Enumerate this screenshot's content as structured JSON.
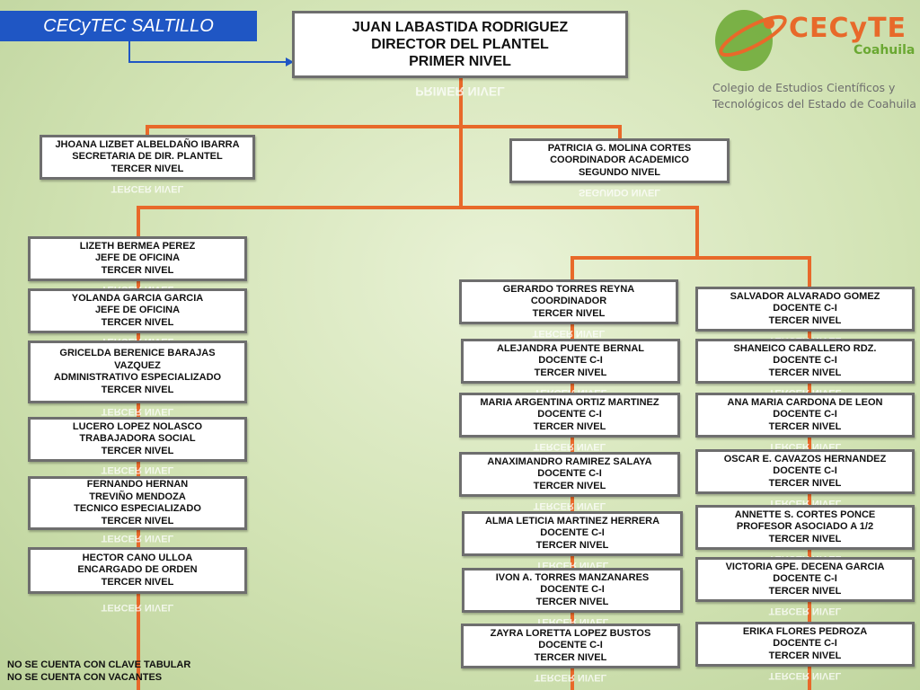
{
  "header": {
    "campus": "CECyTEC SALTILLO"
  },
  "logo": {
    "brand": "CECyTE",
    "state": "Coahuila",
    "full_name_line1": "Colegio de Estudios Científicos y",
    "full_name_line2": "Tecnológicos del Estado de Coahuila"
  },
  "director": {
    "name": "JUAN LABASTIDA RODRIGUEZ",
    "role": "DIRECTOR DEL PLANTEL",
    "level": "PRIMER NIVEL"
  },
  "secretary": {
    "name": "JHOANA LIZBET ALBELDAÑO IBARRA",
    "role": "SECRETARIA DE DIR. PLANTEL",
    "level": "TERCER NIVEL"
  },
  "coordinator": {
    "name": "PATRICIA G. MOLINA CORTES",
    "role": "COORDINADOR ACADEMICO",
    "level": "SEGUNDO NIVEL"
  },
  "admin_staff": [
    {
      "name": "LIZETH BERMEA PEREZ",
      "role": "JEFE DE OFICINA",
      "level": "TERCER NIVEL"
    },
    {
      "name": "YOLANDA GARCIA GARCIA",
      "role": "JEFE DE OFICINA",
      "level": "TERCER NIVEL"
    },
    {
      "name": "GRICELDA BERENICE BARAJAS VAZQUEZ",
      "role": "ADMINISTRATIVO ESPECIALIZADO",
      "level": "TERCER NIVEL"
    },
    {
      "name": "LUCERO LOPEZ NOLASCO",
      "role": "TRABAJADORA SOCIAL",
      "level": "TERCER NIVEL"
    },
    {
      "name": "FERNANDO HERNAN TREVIÑO MENDOZA",
      "role": "TECNICO ESPECIALIZADO",
      "level": "TERCER NIVEL"
    },
    {
      "name": "HECTOR CANO ULLOA",
      "role": "ENCARGADO DE ORDEN",
      "level": "TERCER NIVEL"
    }
  ],
  "teachers_left": [
    {
      "name": "GERARDO TORRES REYNA",
      "role": "COORDINADOR",
      "level": "TERCER NIVEL"
    },
    {
      "name": "ALEJANDRA PUENTE BERNAL",
      "role": "DOCENTE C-I",
      "level": "TERCER NIVEL"
    },
    {
      "name": "MARIA ARGENTINA ORTIZ MARTINEZ",
      "role": "DOCENTE C-I",
      "level": "TERCER NIVEL"
    },
    {
      "name": "ANAXIMANDRO RAMIREZ SALAYA",
      "role": "DOCENTE C-I",
      "level": "TERCER NIVEL"
    },
    {
      "name": "ALMA LETICIA MARTINEZ HERRERA",
      "role": "DOCENTE C-I",
      "level": "TERCER NIVEL"
    },
    {
      "name": "IVON A. TORRES MANZANARES",
      "role": "DOCENTE C-I",
      "level": "TERCER NIVEL"
    },
    {
      "name": "ZAYRA LORETTA LOPEZ BUSTOS",
      "role": "DOCENTE C-I",
      "level": "TERCER NIVEL"
    }
  ],
  "teachers_right": [
    {
      "name": "SALVADOR ALVARADO GOMEZ",
      "role": "DOCENTE C-I",
      "level": "TERCER NIVEL"
    },
    {
      "name": "SHANEICO CABALLERO RDZ.",
      "role": "DOCENTE C-I",
      "level": "TERCER NIVEL"
    },
    {
      "name": "ANA MARIA CARDONA DE LEON",
      "role": "DOCENTE C-I",
      "level": "TERCER NIVEL"
    },
    {
      "name": "OSCAR E. CAVAZOS HERNANDEZ",
      "role": "DOCENTE C-I",
      "level": "TERCER NIVEL"
    },
    {
      "name": "ANNETTE S. CORTES PONCE",
      "role": "PROFESOR ASOCIADO A 1/2",
      "level": "TERCER NIVEL"
    },
    {
      "name": "VICTORIA GPE. DECENA GARCIA",
      "role": "DOCENTE C-I",
      "level": "TERCER NIVEL"
    },
    {
      "name": "ERIKA FLORES PEDROZA",
      "role": "DOCENTE C-I",
      "level": "TERCER NIVEL"
    }
  ],
  "notes": {
    "line1": "NO SE CUENTA CON CLAVE TABULAR",
    "line2": "NO SE CUENTA CON VACANTES"
  },
  "colors": {
    "connector": "#e8692a",
    "title_bg": "#1f56c4",
    "logo_green": "#6aa832",
    "logo_orange": "#e8692a"
  }
}
